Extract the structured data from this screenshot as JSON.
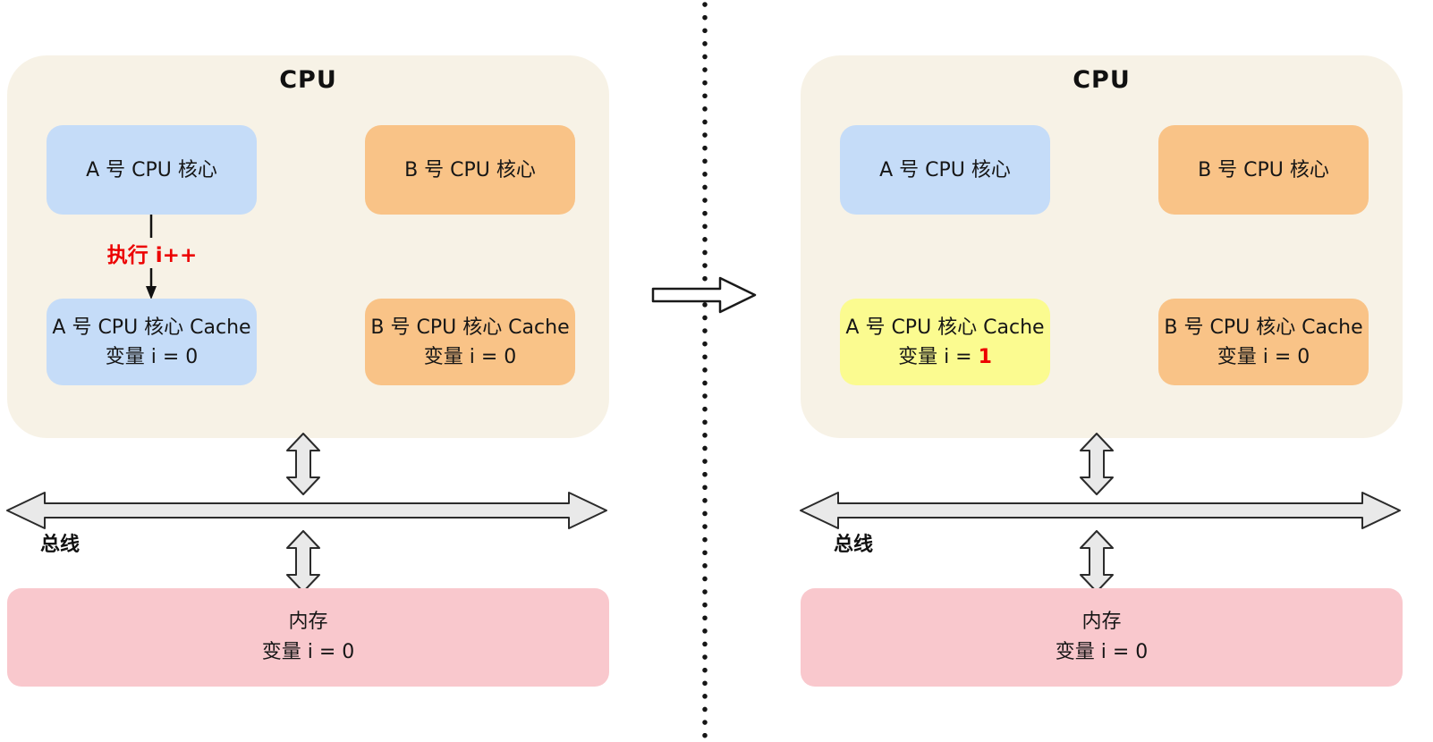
{
  "panels": {
    "left": {
      "cpu_title": "CPU",
      "core_a_label": "A 号 CPU 核心",
      "core_b_label": "B 号 CPU 核心",
      "exec_annotation": "执行 i++",
      "cache_a": {
        "line1": "A 号 CPU 核心 Cache",
        "line2": "变量 i = 0"
      },
      "cache_b": {
        "line1": "B 号 CPU 核心 Cache",
        "line2": "变量 i = 0"
      },
      "bus_label": "总线",
      "memory": {
        "line1": "内存",
        "line2": "变量 i = 0"
      }
    },
    "right": {
      "cpu_title": "CPU",
      "core_a_label": "A 号 CPU 核心",
      "core_b_label": "B 号 CPU 核心",
      "cache_a": {
        "line1": "A 号 CPU 核心 Cache",
        "line2_prefix": "变量 i = ",
        "line2_value": "1"
      },
      "cache_b": {
        "line1": "B 号 CPU 核心 Cache",
        "line2": "变量 i = 0"
      },
      "bus_label": "总线",
      "memory": {
        "line1": "内存",
        "line2": "变量 i = 0"
      }
    }
  },
  "colors": {
    "panel_bg": "#f7f2e6",
    "core_a_bg": "#c5dcf8",
    "core_b_bg": "#f9c387",
    "cache_highlight_bg": "#fbfb90",
    "memory_bg": "#f9c8cd",
    "bus_fill": "#e9e9e9",
    "accent_red": "#ec0000",
    "ink": "#2b2b2b"
  }
}
